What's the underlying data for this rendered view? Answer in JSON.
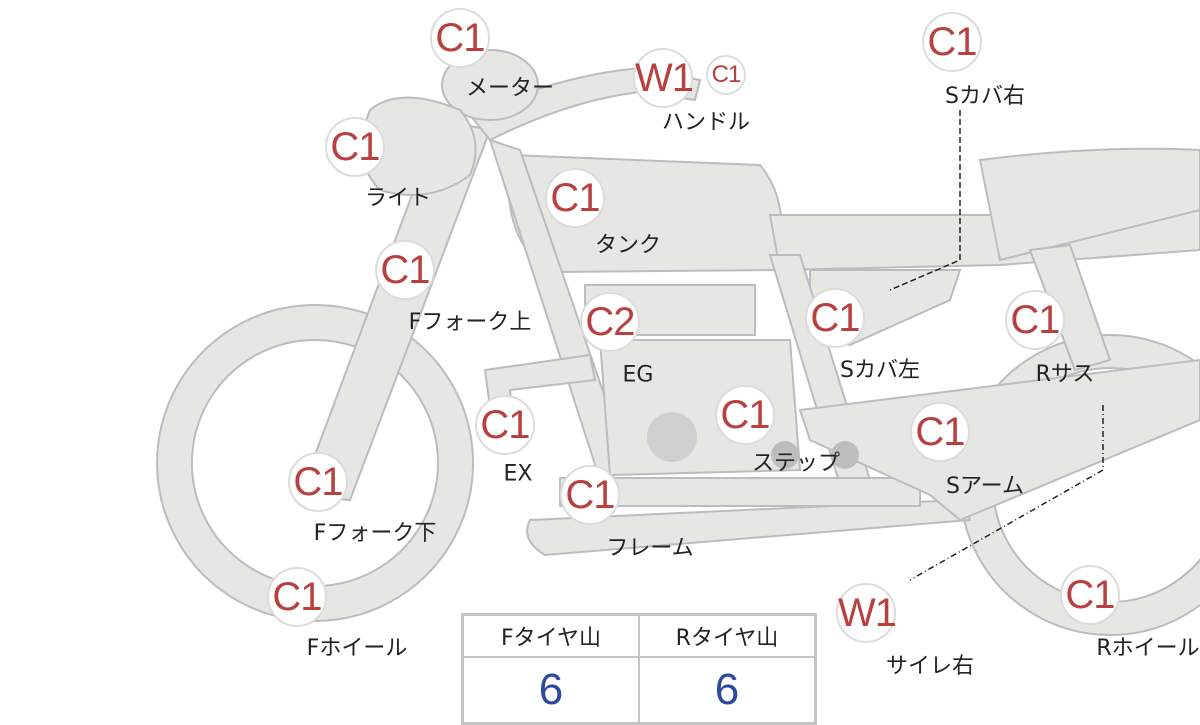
{
  "markers": [
    {
      "code": "C1",
      "label": "メーター"
    },
    {
      "code": "W1",
      "extra": "C1",
      "label": "ハンドル"
    },
    {
      "code": "C1",
      "label": "Sカバ右"
    },
    {
      "code": "C1",
      "label": "ライト"
    },
    {
      "code": "C1",
      "label": "タンク"
    },
    {
      "code": "C1",
      "label": "Fフォーク上"
    },
    {
      "code": "C2",
      "label": "EG"
    },
    {
      "code": "C1",
      "label": "Sカバ左"
    },
    {
      "code": "C1",
      "label": "Rサス"
    },
    {
      "code": "C1",
      "label": "EX"
    },
    {
      "code": "C1",
      "label": "ステップ"
    },
    {
      "code": "C1",
      "label": "Sアーム"
    },
    {
      "code": "C1",
      "label": "Fフォーク下"
    },
    {
      "code": "C1",
      "label": "フレーム"
    },
    {
      "code": "C1",
      "label": "Fホイール"
    },
    {
      "code": "W1",
      "label": "サイレ右"
    },
    {
      "code": "C1",
      "label": "Rホイール"
    }
  ],
  "tire_table": {
    "headers": [
      "Fタイヤ山",
      "Rタイヤ山"
    ],
    "values": [
      "6",
      "6"
    ]
  },
  "colors": {
    "code": "#b8413f",
    "value": "#2c4aa0",
    "part_fill": "#e6e6e3",
    "part_stroke": "#b9bcc0"
  }
}
